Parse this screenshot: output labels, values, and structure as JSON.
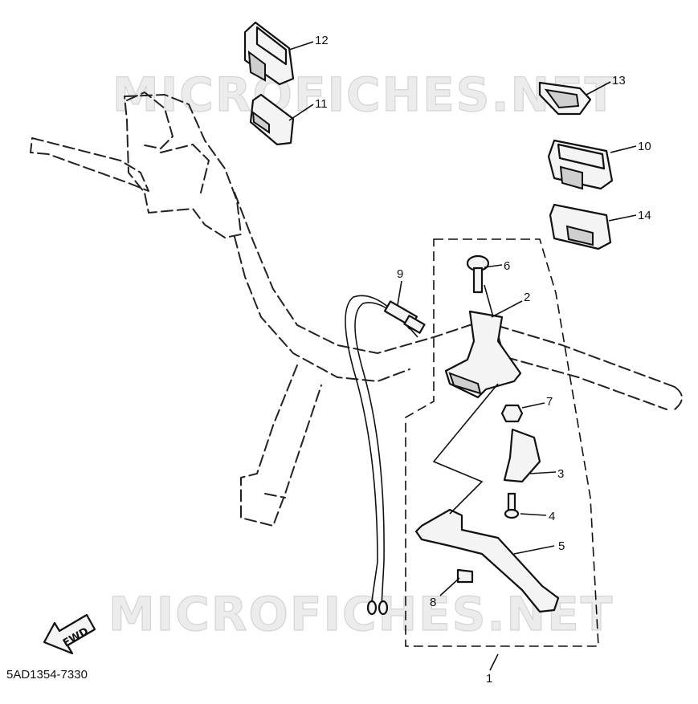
{
  "watermark": {
    "text": "MICROFICHES.NET"
  },
  "diagram_code": "5AD1354-7330",
  "fwd_label": "FWD",
  "callouts": {
    "c1": "1",
    "c2": "2",
    "c3": "3",
    "c4": "4",
    "c5": "5",
    "c6": "6",
    "c7": "7",
    "c8": "8",
    "c9": "9",
    "c10": "10",
    "c11": "11",
    "c12": "12",
    "c13": "13",
    "c14": "14"
  }
}
